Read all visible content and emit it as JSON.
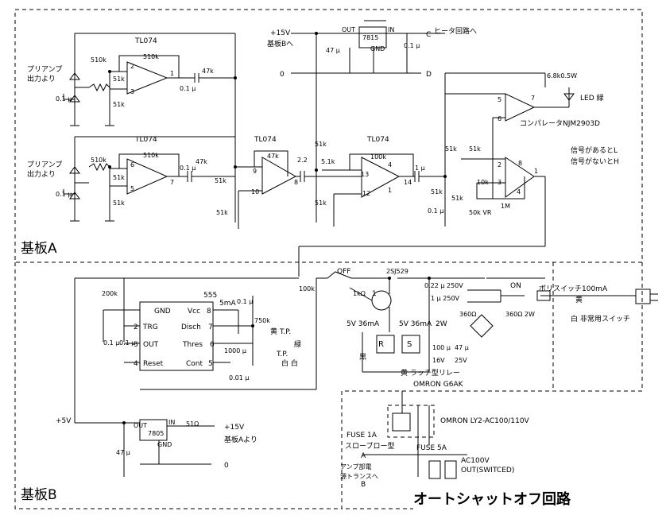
{
  "boards": {
    "a_label": "基板A",
    "b_label": "基板B",
    "title": "オートシャットオフ回路"
  },
  "inputs": {
    "preamp_line1": "プリアンプ",
    "preamp_line2": "出力より"
  },
  "components": {
    "r510k": "510k",
    "r51k": "51k",
    "c01u": "0.1 μ",
    "r47k": "47k",
    "r22": "2.2",
    "r51": "5.1k",
    "r100k": "100k",
    "c1u": "1 μ",
    "r10k": "10k",
    "r1m": "1M",
    "c47u": "47 μ",
    "r68k": "6.8k0.5W",
    "r200k": "200k",
    "r750k": "750k",
    "c1000u": "1000 μ",
    "c001u": "0.01 μ",
    "r1k": "1kΩ",
    "c022": "0.22 μ 250V",
    "c1u250": "1 μ 250V",
    "r360": "360Ω",
    "r360_2w": "360Ω 2W",
    "c100u": "100 μ",
    "v16": "16V",
    "v25": "25V",
    "r51ohm": "51Ω",
    "c47_2": "47 μ"
  },
  "ics": {
    "opamp": "TL074",
    "reg_7815": "7815",
    "reg_7805": "7805",
    "timer": "555",
    "fet": "2SJ529",
    "comparator": "コンパレータNJM2903D"
  },
  "pins": {
    "p1": "1",
    "p2": "2",
    "p3": "3",
    "p4": "4",
    "p5": "5",
    "p6": "6",
    "p7": "7",
    "p8": "8",
    "p9": "9",
    "p10": "10",
    "p12": "12",
    "p13": "13",
    "p14": "14",
    "reg_out": "OUT",
    "reg_in": "IN",
    "reg_gnd": "GND",
    "gnd": "GND",
    "trg": "TRG",
    "out": "OUT",
    "reset": "Reset",
    "vcc": "Vcc",
    "disch": "Disch",
    "thres": "Thres",
    "cont": "Cont",
    "n1": "1",
    "n2": "2",
    "n3": "3",
    "n4": "4",
    "n5": "5",
    "n6": "6",
    "n7": "7",
    "n8": "8"
  },
  "rails": {
    "p15": "+15V",
    "from_b1": "基板Bへ",
    "zero": "0",
    "heater": "ヒータ回路へ",
    "c_label": "C",
    "d_label": "D",
    "p5": "+5V",
    "from_a": "基板Aより",
    "zero_b": "0"
  },
  "notes": {
    "led": "LED 緑",
    "signal1": "信号があるとL",
    "signal2": "信号がないとH",
    "vr": "50k VR",
    "cur5ma": "5mA",
    "tp": "T.P.",
    "yellow": "黄",
    "green": "緑",
    "white_white": "白 白",
    "off": "OFF",
    "on": "ON",
    "v36_1": "5V 36mA",
    "v36_2": "5V 36mA",
    "w2": "2W",
    "black": "黒",
    "latch": "黄 ラッチ型リレー",
    "omron1": "OMRON G6AK",
    "omron2": "OMRON LY2-AC100/110V",
    "r_label": "R",
    "s_label": "S",
    "polysw": "ポリスイッチ100mA",
    "yellow2": "黄",
    "white": "白",
    "emerg": "非常用スイッチ",
    "fuse1": "FUSE 1A",
    "slow": "スローブロー型",
    "fuse5": "FUSE 5A",
    "a_lbl": "A",
    "b_lbl": "B",
    "amp1": "アンプ部電",
    "amp2": "源トランスへ",
    "ac1": "AC100V",
    "ac2": "OUT(SWITCED)"
  }
}
